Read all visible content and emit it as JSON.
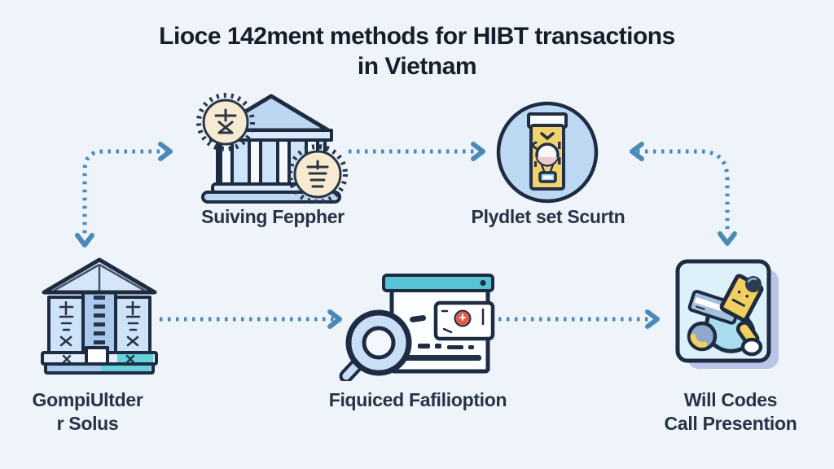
{
  "title": {
    "line1": "Lioce 142ment methods for HIBT transactions",
    "line2": "in Vietnam"
  },
  "nodes": {
    "bank": {
      "icon": "bank-coins-icon",
      "label": "Suiving Feppher"
    },
    "wallet": {
      "icon": "payment-hourglass-icon",
      "label": "Plydlet set Scurtn"
    },
    "building": {
      "icon": "office-building-icon",
      "label_line1": "GompiUltder",
      "label_line2": "r Solus"
    },
    "search": {
      "icon": "search-browser-icon",
      "label": "Fiquiced Fafilioption"
    },
    "card": {
      "icon": "card-tile-icon",
      "label_line1": "Will Codes",
      "label_line2": "Call Presention"
    }
  },
  "arrows": [
    {
      "from": "top-left-corner",
      "to": "bank",
      "style": "dotted",
      "direction": "right"
    },
    {
      "from": "top-left-corner",
      "to": "building",
      "style": "dotted",
      "direction": "down"
    },
    {
      "from": "bank",
      "to": "wallet",
      "style": "dotted",
      "direction": "right"
    },
    {
      "from": "right-corner",
      "to": "wallet",
      "style": "dotted",
      "direction": "left"
    },
    {
      "from": "right-corner",
      "to": "card",
      "style": "dotted",
      "direction": "down"
    },
    {
      "from": "building",
      "to": "search",
      "style": "dotted",
      "direction": "right"
    },
    {
      "from": "search",
      "to": "card",
      "style": "dotted",
      "direction": "right"
    }
  ],
  "colors": {
    "background": "#eef4f9",
    "title_text": "#161d2b",
    "label_text": "#273246",
    "arrow": "#4d89b7",
    "outline": "#1e2c42",
    "icon_blue": "#bdd7f3",
    "icon_blue_pale": "#cfe4f8",
    "teal": "#57c3d5",
    "coin_cream": "#f6ead0",
    "note_yellow": "#f2d36a",
    "card_yellow": "#f2cf5e",
    "sock_blue": "#a9dcee",
    "shadow_lavender": "#b9c4ea",
    "alert_red": "#dc5f4e"
  }
}
